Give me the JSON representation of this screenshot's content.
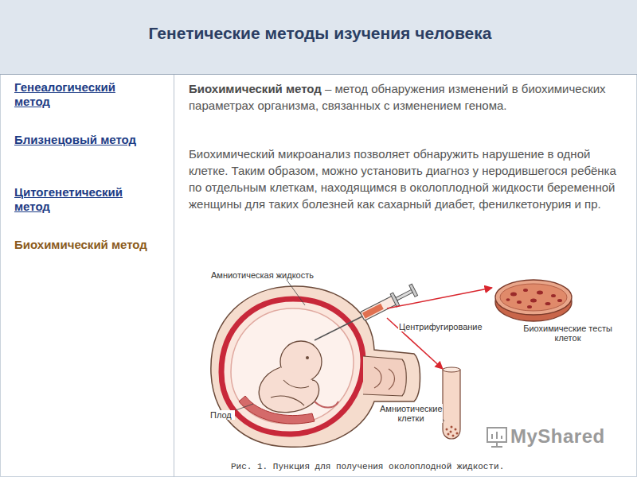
{
  "diagram": {
    "title": "Генетические методы изучения человека",
    "caption": "Рис. 1. Пункция для получения околоплодной жидкости.",
    "labels": [
      "Генеалогический метод",
      "Близнецовый метод",
      "Цитогенетический метод",
      "Биохимический метод",
      "Биохимический метод",
      "– метод обнаружения изменений в биохимических параметрах организма, связанных с изменением генома.",
      "Биохимический микроанализ позволяет обнаружить нарушение в одной клетке. Таким образом, можно установить диагноз у неродившегося ребёнка по отдельным клеткам, находящимся в околоплодной жидкости беременной женщины для таких болезней как сахарный диабет, фенилкетонурия и пр.",
      "Амниотическая жидкость",
      "Центрифугирование",
      "Биохимические тесты клеток",
      "Амниотические клетки",
      "Плод",
      "MyShared"
    ]
  }
}
